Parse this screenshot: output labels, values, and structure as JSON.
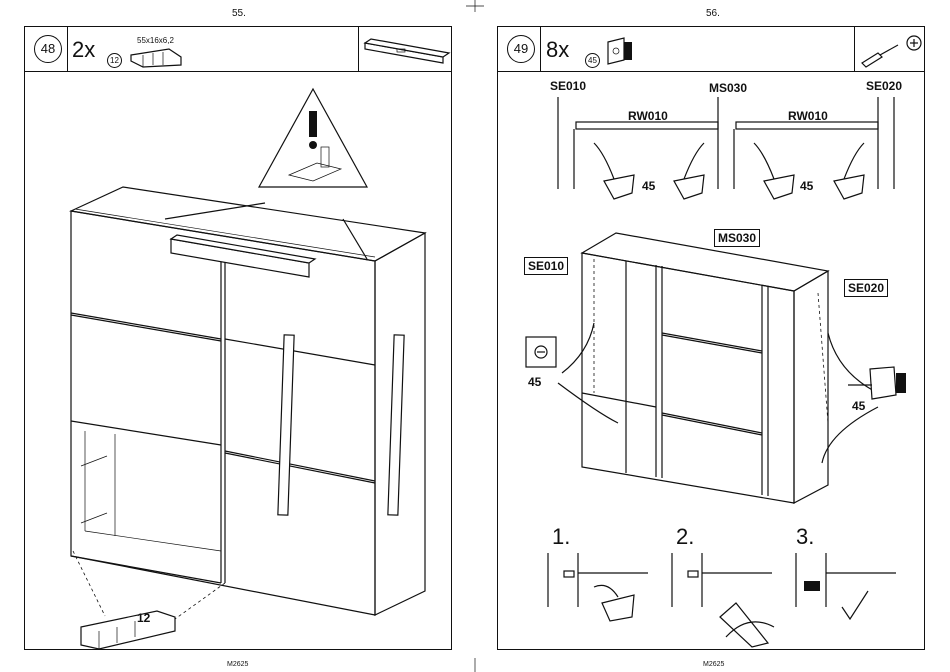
{
  "left_page": {
    "page_number": "55.",
    "step": "48",
    "quantity": "2x",
    "part_badge": "12",
    "part_dims": "55x16x6,2",
    "callout_number": "12",
    "footer": "M2625"
  },
  "right_page": {
    "page_number": "56.",
    "step": "49",
    "quantity": "8x",
    "part_badge": "45",
    "labels": {
      "se010": "SE010",
      "ms030": "MS030",
      "se020": "SE020",
      "rw010_a": "RW010",
      "rw010_b": "RW010",
      "part_45_a": "45",
      "part_45_b": "45",
      "part_45_c": "45",
      "part_45_d": "45"
    },
    "substeps": [
      "1.",
      "2.",
      "3."
    ],
    "footer": "M2625"
  }
}
